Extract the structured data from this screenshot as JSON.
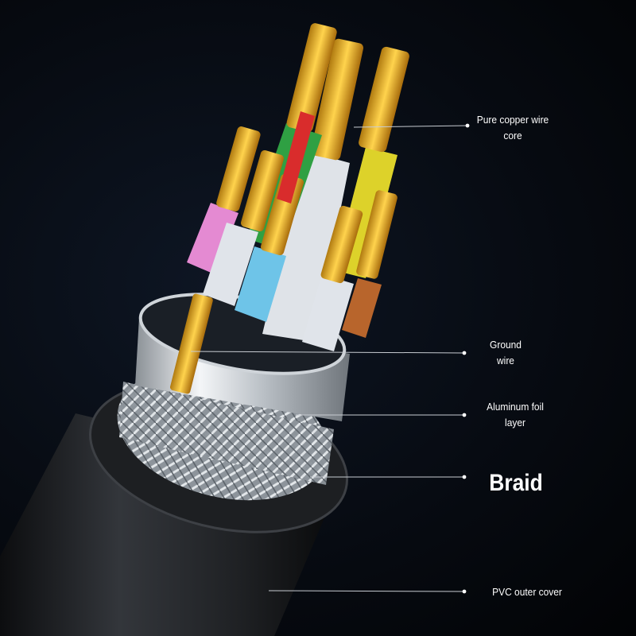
{
  "colors": {
    "background": "#05070c",
    "copper": "#e6a820",
    "jacket": "#2a2d31",
    "foil": "#d9dde0",
    "leader_line": "#c8ccd2",
    "label_text": "#ffffff"
  },
  "wire_colors": [
    "#e0e4ea",
    "#2fa043",
    "#ddd22a",
    "#6ec4e8",
    "#e48ad2",
    "#b8652c",
    "#d92c2c"
  ],
  "callouts": [
    {
      "id": "copper-core",
      "lines": [
        "Pure copper wire",
        "core"
      ]
    },
    {
      "id": "ground-wire",
      "lines": [
        "Ground",
        "wire"
      ]
    },
    {
      "id": "aluminum-foil",
      "lines": [
        "Aluminum foil",
        "layer"
      ]
    },
    {
      "id": "braid",
      "lines": [
        "Braid"
      ]
    },
    {
      "id": "pvc-cover",
      "lines": [
        "PVC outer cover"
      ]
    }
  ]
}
